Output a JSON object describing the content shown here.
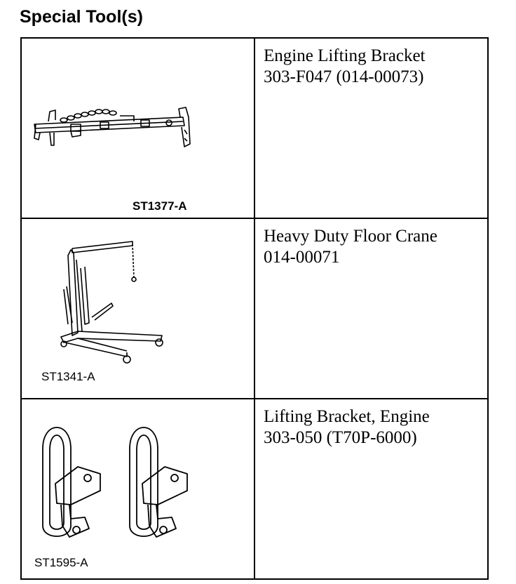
{
  "heading": "Special Tool(s)",
  "tools": [
    {
      "image_code": "ST1377-A",
      "name": "Engine Lifting Bracket",
      "part_number": "303-F047 (014-00073)"
    },
    {
      "image_code": "ST1341-A",
      "name": "Heavy Duty Floor Crane",
      "part_number": "014-00071"
    },
    {
      "image_code": "ST1595-A",
      "name": "Lifting Bracket, Engine",
      "part_number": "303-050 (T70P-6000)"
    }
  ]
}
